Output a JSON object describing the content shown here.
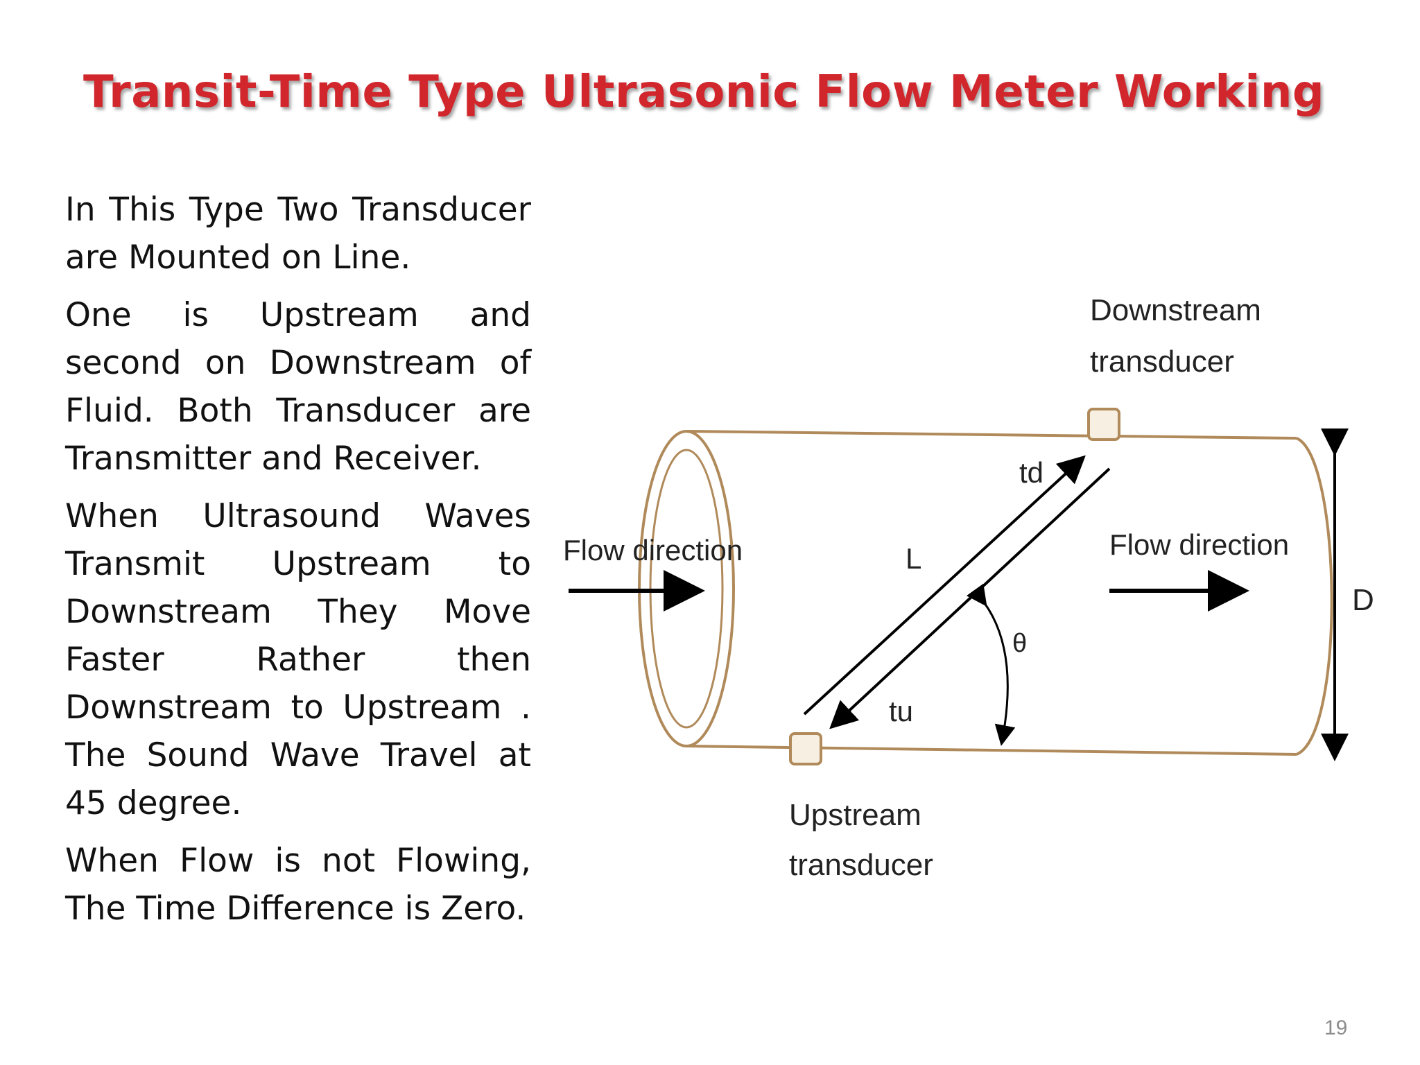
{
  "slide": {
    "title": "Transit-Time Type Ultrasonic Flow Meter Working",
    "paragraphs": [
      "In This Type Two Transducer are Mounted on Line.",
      "One is Upstream and second on Downstream of Fluid. Both Transducer are Transmitter and Receiver.",
      "When Ultrasound Waves Transmit Upstream to Downstream They Move Faster Rather then Downstream to Upstream . The Sound Wave Travel at 45 degree.",
      "When Flow is not Flowing, The Time Difference is Zero."
    ],
    "page_number": "19"
  },
  "diagram": {
    "downstream_label_line1": "Downstream",
    "downstream_label_line2": "transducer",
    "upstream_label_line1": "Upstream",
    "upstream_label_line2": "transducer",
    "flow_left": "Flow direction",
    "flow_right": "Flow direction",
    "td": "td",
    "tu": "tu",
    "path_length": "L",
    "angle": "θ",
    "diameter": "D",
    "pipe_color": "#b08a5a"
  }
}
